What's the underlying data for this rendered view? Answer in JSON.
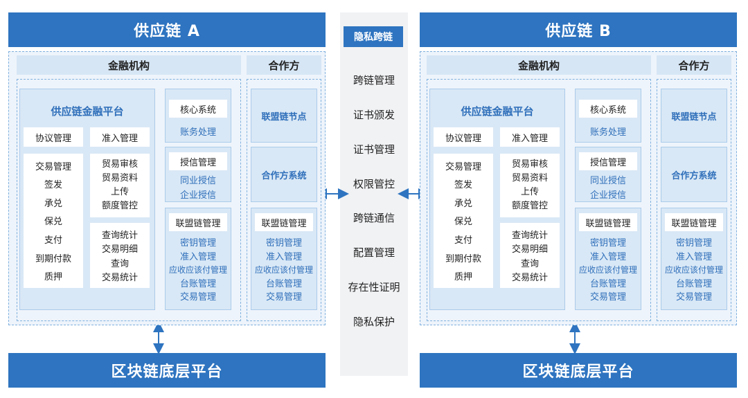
{
  "left": {
    "title": "供应链 A",
    "finance_label": "金融机构",
    "partner_label": "合作方",
    "platform_title": "供应链金融平台",
    "agreement": "协议管理",
    "admission": "准入管理",
    "trade_items": [
      "交易管理",
      "签发",
      "承兑",
      "保兑",
      "支付",
      "到期付款",
      "质押"
    ],
    "admission_items": [
      "贸易审核",
      "贸易资料",
      "上传",
      "额度管控"
    ],
    "query_items": [
      "查询统计",
      "交易明细",
      "查询",
      "交易统计"
    ],
    "core_title": "核心系统",
    "core_sub": "账务处理",
    "credit_title": "授信管理",
    "credit_items": [
      "同业授信",
      "企业授信"
    ],
    "alliance_title": "联盟链管理",
    "alliance_items": [
      "密钥管理",
      "准入管理",
      "应收应该付管理",
      "台账管理",
      "交易管理"
    ],
    "partner_node": "联盟链节点",
    "partner_system": "合作方系统",
    "partner_alliance_title": "联盟链管理",
    "partner_alliance_items": [
      "密钥管理",
      "准入管理",
      "应收应该付管理",
      "台账管理",
      "交易管理"
    ],
    "base": "区块链底层平台"
  },
  "middle": {
    "title": "隐私跨链",
    "items": [
      "跨链管理",
      "证书颁发",
      "证书管理",
      "权限管控",
      "跨链通信",
      "配置管理",
      "存在性证明",
      "隐私保护"
    ]
  },
  "right": {
    "title": "供应链 B",
    "finance_label": "金融机构",
    "partner_label": "合作方",
    "platform_title": "供应链金融平台",
    "agreement": "协议管理",
    "admission": "准入管理",
    "trade_items": [
      "交易管理",
      "签发",
      "承兑",
      "保兑",
      "支付",
      "到期付款",
      "质押"
    ],
    "admission_items": [
      "贸易审核",
      "贸易资料",
      "上传",
      "额度管控"
    ],
    "query_items": [
      "查询统计",
      "交易明细",
      "查询",
      "交易统计"
    ],
    "core_title": "核心系统",
    "core_sub": "账务处理",
    "credit_title": "授信管理",
    "credit_items": [
      "同业授信",
      "企业授信"
    ],
    "alliance_title": "联盟链管理",
    "alliance_items": [
      "密钥管理",
      "准入管理",
      "应收应该付管理",
      "台账管理",
      "交易管理"
    ],
    "partner_node": "联盟链节点",
    "partner_system": "合作方系统",
    "partner_alliance_title": "联盟链管理",
    "partner_alliance_items": [
      "密钥管理",
      "准入管理",
      "应收应该付管理",
      "台账管理",
      "交易管理"
    ],
    "base": "区块链底层平台"
  },
  "colors": {
    "header": "#2e74c0",
    "panel": "#d9e8f6",
    "accent_text": "#2f6fba"
  }
}
